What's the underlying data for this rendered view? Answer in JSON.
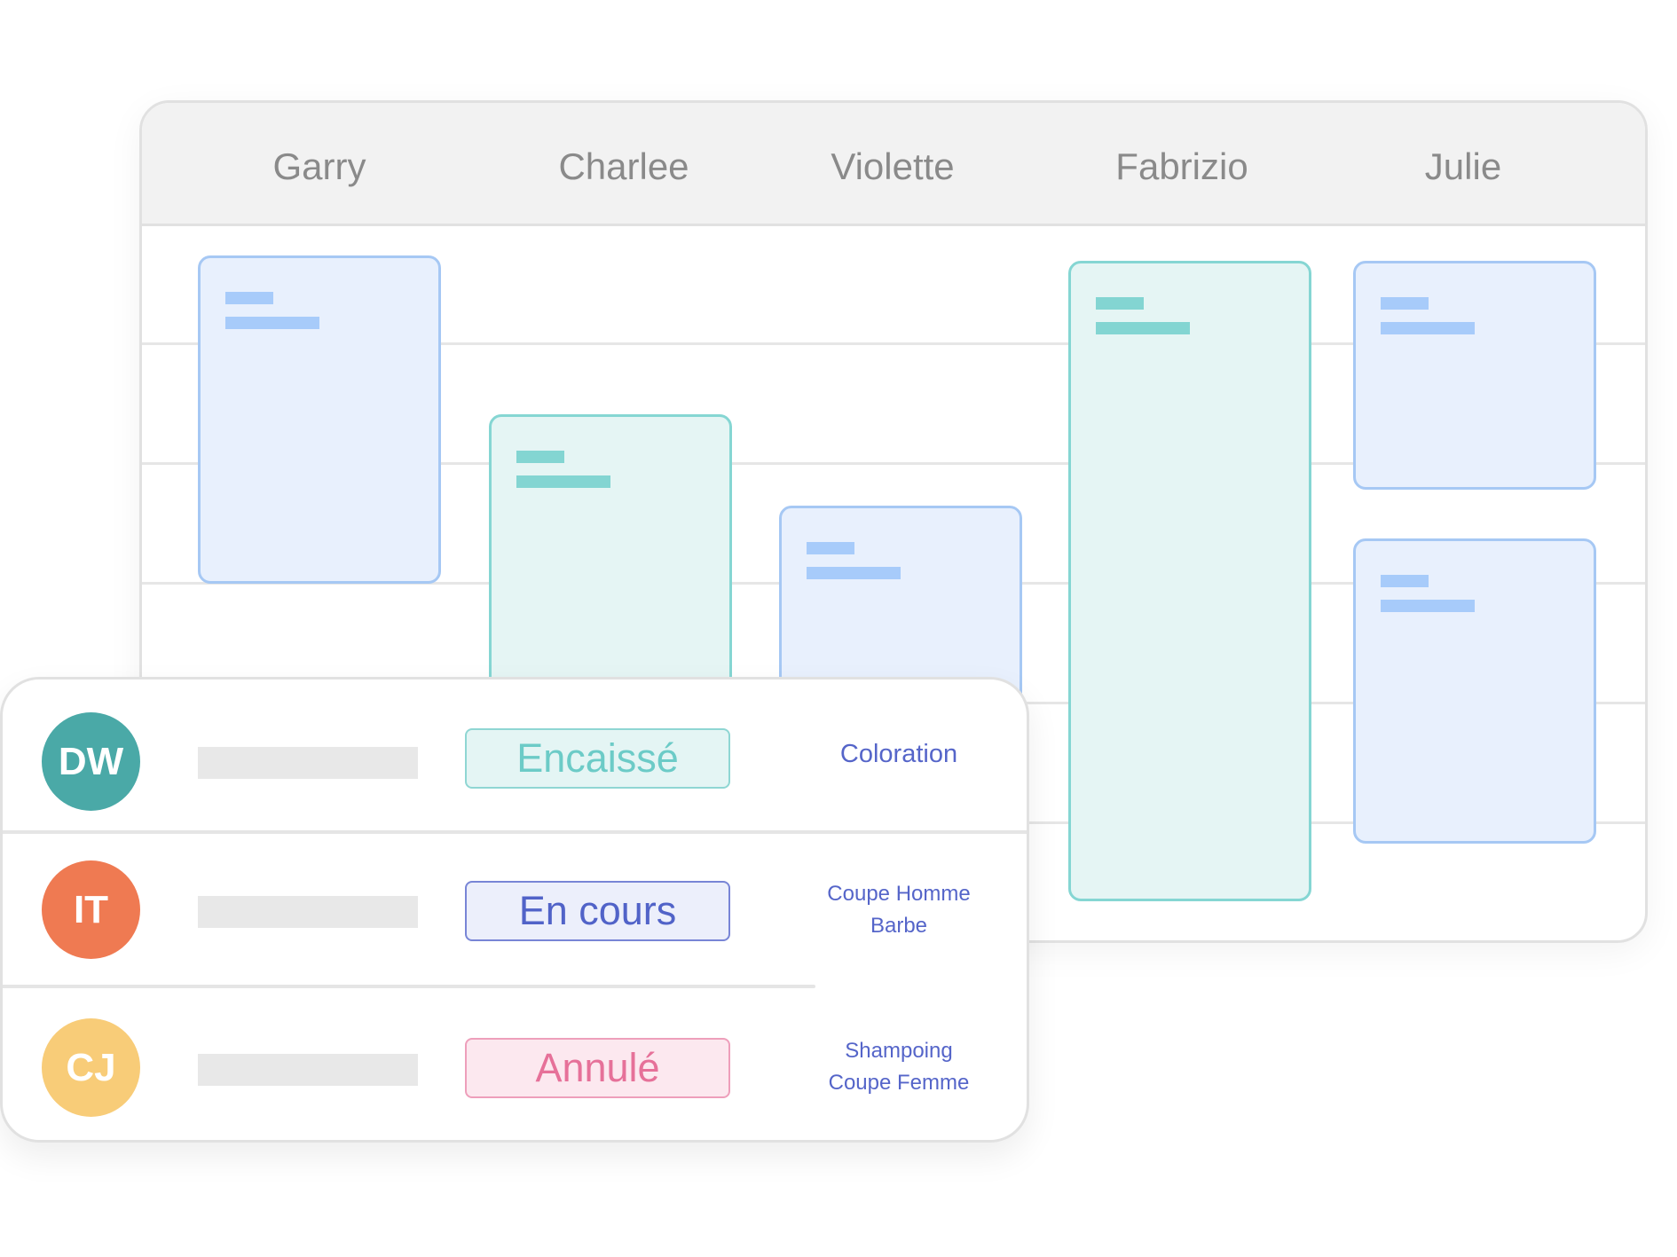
{
  "calendar": {
    "staff": [
      "Garry",
      "Charlee",
      "Violette",
      "Fabrizio",
      "Julie"
    ],
    "appointments": [
      {
        "staff": "Garry",
        "color": "blue"
      },
      {
        "staff": "Charlee",
        "color": "teal"
      },
      {
        "staff": "Violette",
        "color": "blue"
      },
      {
        "staff": "Fabrizio",
        "color": "teal"
      },
      {
        "staff": "Julie",
        "color": "blue"
      },
      {
        "staff": "Julie",
        "color": "blue"
      }
    ]
  },
  "bookings": [
    {
      "initials": "DW",
      "avatar_color": "#4aa9a7",
      "status": "Encaissé",
      "status_colors": {
        "bg": "#e4f5f4",
        "border": "#8fd6d3",
        "text": "#6ccbc7"
      },
      "services": [
        "Coloration"
      ]
    },
    {
      "initials": "IT",
      "avatar_color": "#ef7a52",
      "status": "En cours",
      "status_colors": {
        "bg": "#eceffb",
        "border": "#7885d6",
        "text": "#5163c8"
      },
      "services": [
        "Coupe Homme",
        "Barbe"
      ]
    },
    {
      "initials": "CJ",
      "avatar_color": "#f8cc78",
      "status": "Annulé",
      "status_colors": {
        "bg": "#fce8ef",
        "border": "#ee9fbb",
        "text": "#e67199"
      },
      "services": [
        "Shampoing",
        "Coupe Femme"
      ]
    }
  ],
  "colors": {
    "header_bg": "#f2f2f2",
    "appt_blue_bg": "#e8f0fd",
    "appt_teal_bg": "#e5f5f4",
    "service_text": "#5565c9"
  }
}
